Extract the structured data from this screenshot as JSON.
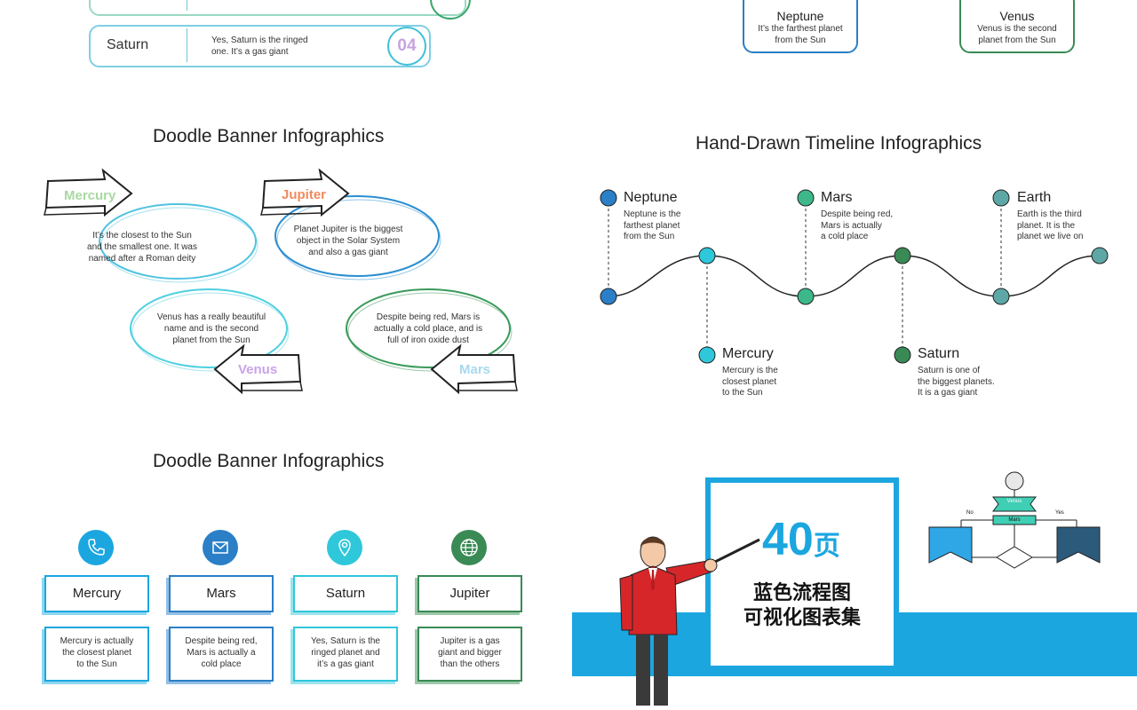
{
  "top_left": {
    "partial_row": {
      "number_color": "#3aa56a"
    },
    "saturn_row": {
      "name": "Saturn",
      "desc_line1": "Yes, Saturn is the ringed",
      "desc_line2": "one. It’s a gas giant",
      "number": "04"
    }
  },
  "top_right": {
    "neptune": {
      "title": "Neptune",
      "line1": "It’s the farthest planet",
      "line2": "from the Sun"
    },
    "venus": {
      "title": "Venus",
      "line1": "Venus is the second",
      "line2": "planet from the Sun"
    }
  },
  "banner1": {
    "title": "Doodle Banner Infographics",
    "items": [
      {
        "label": "Mercury",
        "l1": "It’s the closest to the Sun",
        "l2": "and the smallest one. It was",
        "l3": "named after a Roman deity",
        "color": "#a9d8a2"
      },
      {
        "label": "Jupiter",
        "l1": "Planet Jupiter is the biggest",
        "l2": "object in the Solar System",
        "l3": "and also a gas giant",
        "color": "#f08a5d"
      },
      {
        "label": "Venus",
        "l1": "Venus has a really beautiful",
        "l2": "name and is the second",
        "l3": "planet from the Sun",
        "color": "#c9a3e8"
      },
      {
        "label": "Mars",
        "l1": "Despite being red, Mars is",
        "l2": "actually a cold place, and is",
        "l3": "full of iron oxide dust",
        "color": "#a8d8ef"
      }
    ]
  },
  "timeline": {
    "title": "Hand-Drawn Timeline Infographics",
    "top": [
      {
        "name": "Neptune",
        "l1": "Neptune is the",
        "l2": "farthest planet",
        "l3": "from the Sun",
        "color": "#2a7fc7"
      },
      {
        "name": "Mars",
        "l1": "Despite being red,",
        "l2": "Mars is actually",
        "l3": "a cold place",
        "color": "#3db88a"
      },
      {
        "name": "Earth",
        "l1": "Earth is the third",
        "l2": "planet. It is the",
        "l3": "planet we live on",
        "color": "#5ea7a7"
      }
    ],
    "bottom": [
      {
        "name": "Mercury",
        "l1": "Mercury is the",
        "l2": "closest planet",
        "l3": "to the Sun",
        "color": "#2fc7da"
      },
      {
        "name": "Saturn",
        "l1": "Saturn is one of",
        "l2": "the biggest planets.",
        "l3": "It is a gas giant",
        "color": "#3a8a55"
      }
    ]
  },
  "banner2": {
    "title": "Doodle Banner Infographics",
    "items": [
      {
        "label": "Mercury",
        "l1": "Mercury is actually",
        "l2": "the closest planet",
        "l3": "to the Sun",
        "icon": "phone-icon",
        "color": "#1ba6e0"
      },
      {
        "label": "Mars",
        "l1": "Despite being red,",
        "l2": "Mars is actually a",
        "l3": "cold place",
        "icon": "mail-icon",
        "color": "#2a7fc7"
      },
      {
        "label": "Saturn",
        "l1": "Yes, Saturn is the",
        "l2": "ringed planet and",
        "l3": "it’s a gas giant",
        "icon": "location-pin-icon",
        "color": "#2fc7da"
      },
      {
        "label": "Jupiter",
        "l1": "Jupiter is a gas",
        "l2": "giant and bigger",
        "l3": "than the others",
        "icon": "globe-icon",
        "color": "#3a8a55"
      }
    ]
  },
  "promo": {
    "number": "40",
    "unit": "页",
    "line1": "蓝色流程图",
    "line2": "可视化图表集",
    "accent": "#1ba6e0",
    "flow": {
      "venus": "Venus",
      "mars": "Mars",
      "no": "No",
      "yes": "Yes"
    }
  }
}
